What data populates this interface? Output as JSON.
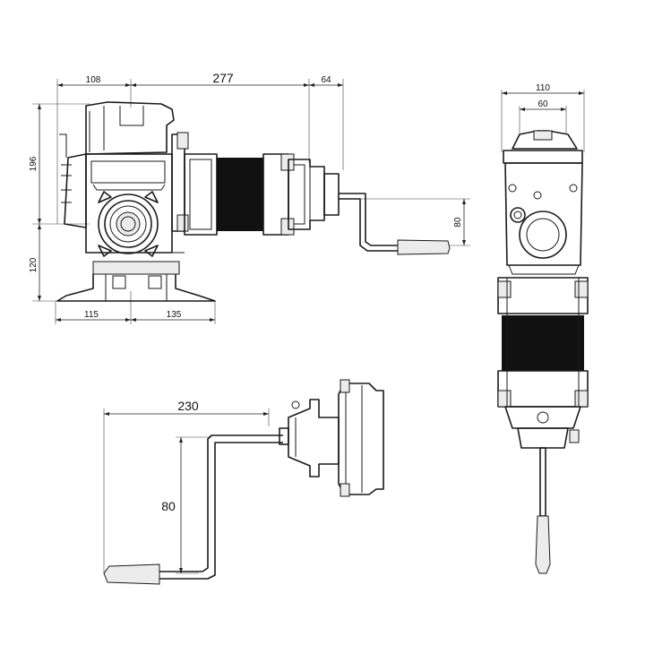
{
  "dimensions": {
    "front_overall_length": "277",
    "front_left_offset": "108",
    "front_crank_offset": "64",
    "front_height_upper": "196",
    "front_height_lower": "120",
    "front_base_left": "115",
    "front_base_right": "135",
    "front_crank_drop": "80",
    "side_width": "110",
    "side_inner_width": "60",
    "crank_reach": "230",
    "crank_drop": "80"
  },
  "views": {
    "front": "front-view",
    "side": "side-view",
    "crank": "crank-view"
  }
}
